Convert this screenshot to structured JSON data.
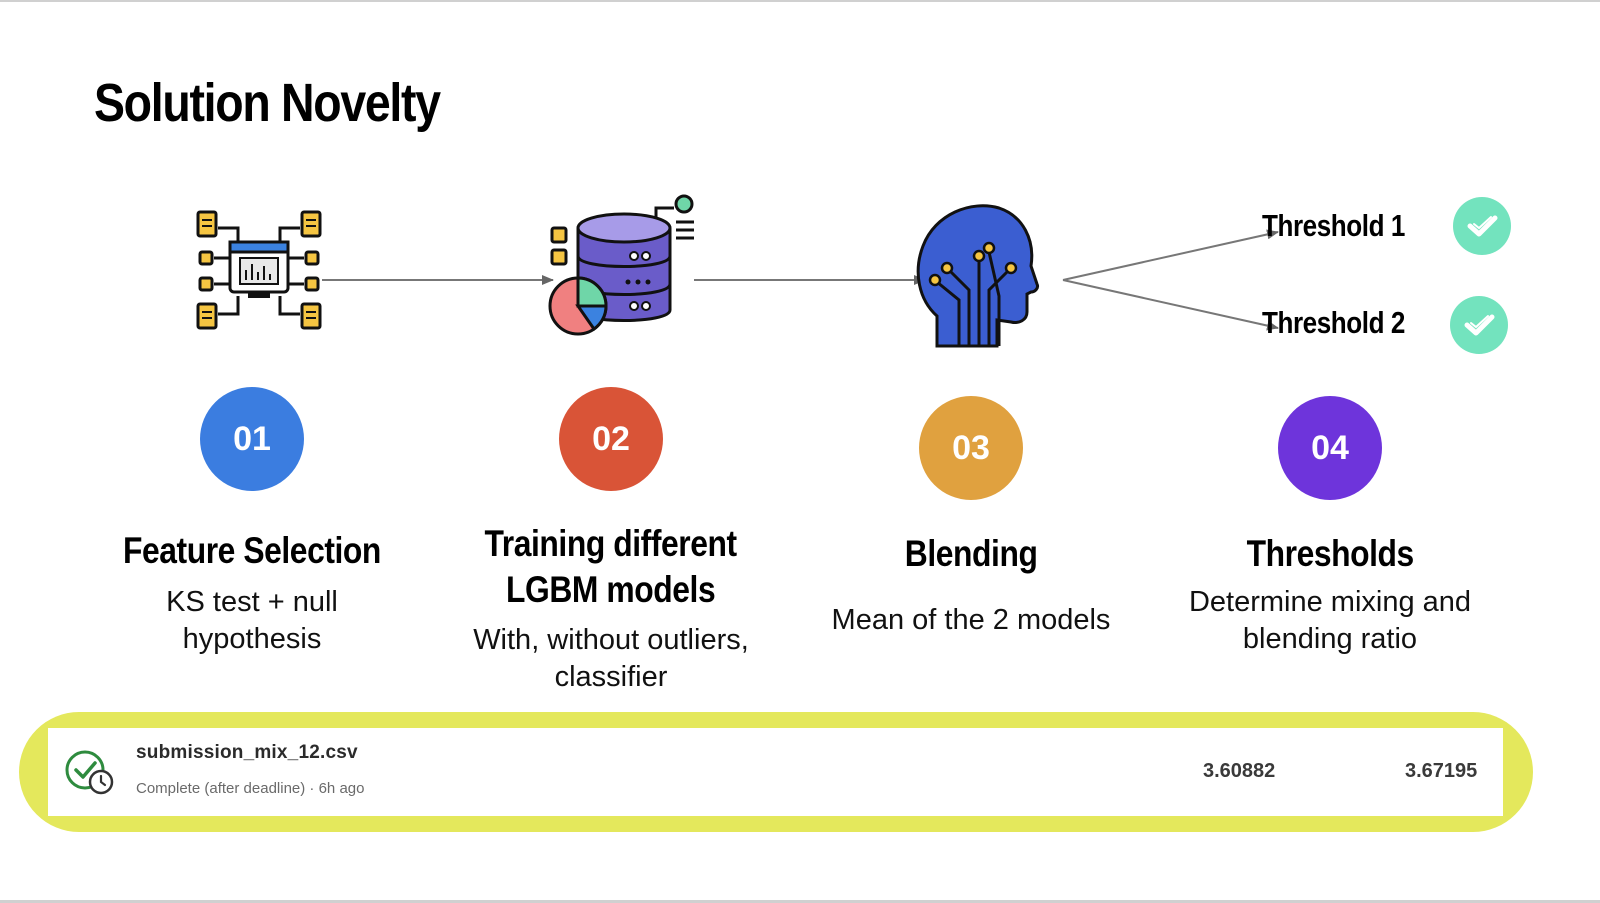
{
  "slide": {
    "title": "Solution Novelty"
  },
  "branches": [
    {
      "label": "Threshold 1",
      "icon": "check-icon"
    },
    {
      "label": "Threshold 2",
      "icon": "check-icon"
    }
  ],
  "steps": [
    {
      "number": "01",
      "title": "Feature Selection",
      "desc_lines": [
        "KS test + null",
        "hypothesis"
      ],
      "color": "#3b7de0",
      "icon": "feature-selection-icon"
    },
    {
      "number": "02",
      "title_lines": [
        "Training different",
        "LGBM models"
      ],
      "desc_lines": [
        "With, without outliers,",
        "classifier"
      ],
      "color": "#d95437",
      "icon": "database-chart-icon"
    },
    {
      "number": "03",
      "title": "Blending",
      "desc": "Mean of the 2 models",
      "color": "#e0a13f",
      "icon": "ai-head-icon"
    },
    {
      "number": "04",
      "title": "Thresholds",
      "desc_lines": [
        "Determine mixing and",
        "blending ratio"
      ],
      "color": "#6e34db"
    }
  ],
  "submission": {
    "filename": "submission_mix_12.csv",
    "status": "Complete (after deadline) · 6h ago",
    "private_score": "3.60882",
    "public_score": "3.67195",
    "highlight_color": "#e4e85c"
  }
}
